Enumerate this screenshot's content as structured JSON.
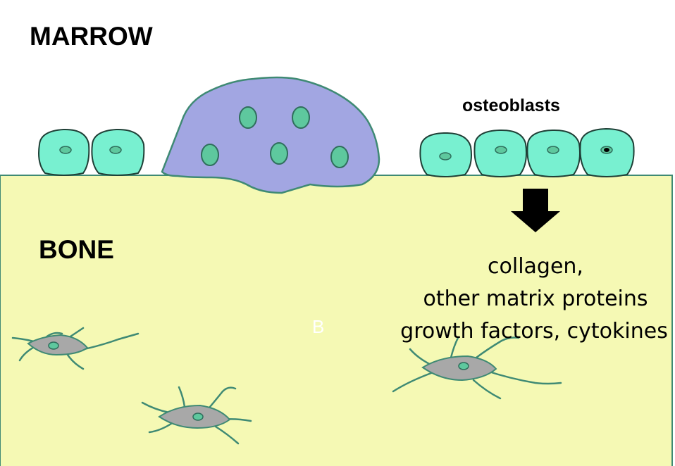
{
  "regions": {
    "marrow_label": "MARROW",
    "bone_label": "BONE"
  },
  "osteoblast_label": "osteoblasts",
  "products": {
    "line1": "collagen,",
    "line2": "other matrix proteins",
    "line3": "growth factors, cytokines"
  },
  "faint_mark": "B",
  "colors": {
    "bone_fill": "#f5f9b4",
    "cell_outline": "#3f8a74",
    "osteoblast_fill": "#78f0d0",
    "osteoclast_fill": "#a2a6e2",
    "osteocyte_body": "#a8a8a8",
    "nucleus_fill": "#5ec89e"
  },
  "icons": [
    "down-arrow-icon"
  ]
}
